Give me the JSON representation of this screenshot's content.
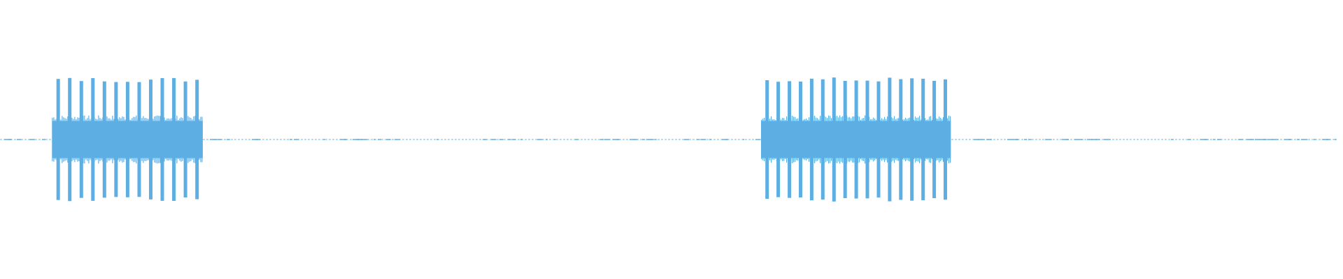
{
  "waveform": {
    "color": "#5daee3",
    "background": "#ffffff",
    "bursts": [
      {
        "start": 0.039,
        "end": 0.151,
        "peak_count": 13
      },
      {
        "start": 0.567,
        "end": 0.708,
        "peak_count": 17
      }
    ],
    "peak_level": 0.92,
    "body_level": 0.28,
    "idle_level": 0.01
  }
}
